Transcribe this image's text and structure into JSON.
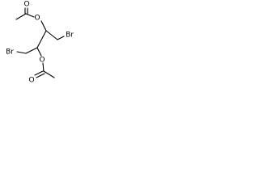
{
  "structure": {
    "type": "skeletal-formula",
    "atoms": {
      "br_top": "Br",
      "br_left": "Br",
      "o_ester_top": "O",
      "o_carbonyl_top": "O",
      "o_ester_bottom": "O",
      "o_carbonyl_bottom": "O"
    },
    "colors": {
      "line": "#000000",
      "text": "#000000",
      "background": "#ffffff"
    }
  }
}
